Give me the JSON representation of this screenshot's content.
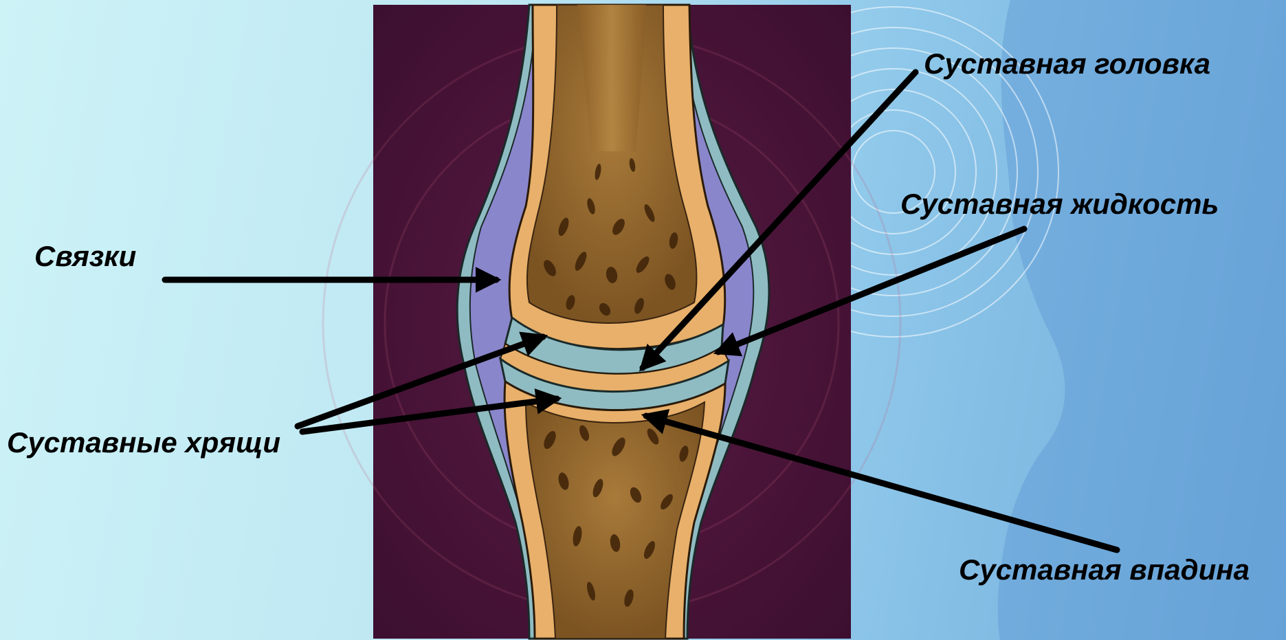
{
  "slide": {
    "labels": {
      "ligaments": "Связки",
      "cartilages": "Суставные хрящи",
      "joint_head": "Суставная головка",
      "joint_fluid": "Суставная жидкость",
      "joint_socket": "Суставная впадина"
    }
  },
  "colors": {
    "panel_background": "#4a1236",
    "bone_shell": "#e8b06a",
    "spongy_bone": "#9a6a2c",
    "cartilage": "#8fbcc2",
    "ligament": "#8a86cc",
    "arrow": "#000000"
  },
  "icons": [
    "head-silhouette",
    "concentric-circles"
  ]
}
